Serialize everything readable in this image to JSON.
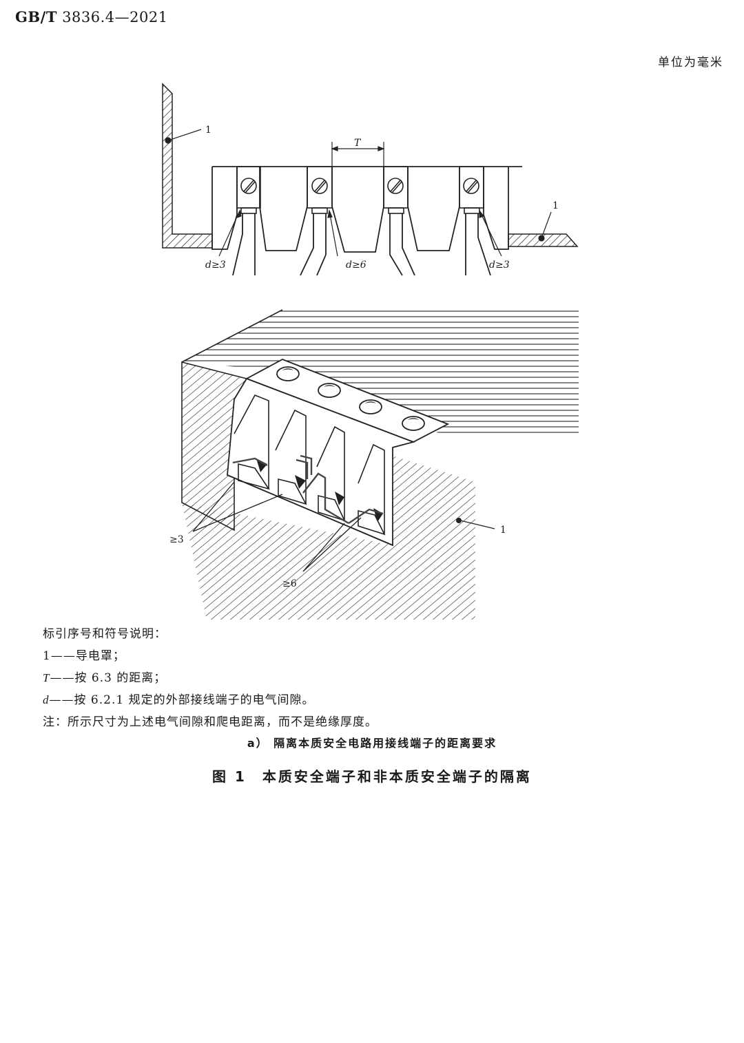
{
  "header": {
    "standard_code": "GB/T",
    "standard_number": "3836.4—2021",
    "unit_note": "单位为毫米"
  },
  "figure_top": {
    "callout_left": "1",
    "callout_right": "1",
    "dim_T": "T",
    "d_left": "d≥3",
    "d_middle": "d≥6",
    "d_right": "d≥3"
  },
  "figure_bottom": {
    "callout": "1",
    "label_min3": "≥3",
    "label_min6": "≥6"
  },
  "legend": {
    "title": "标引序号和符号说明：",
    "items": [
      {
        "key": "1",
        "text": "——导电罩；"
      },
      {
        "key": "T",
        "text": "——按 6.3 的距离；"
      },
      {
        "key": "d",
        "text": "——按 6.2.1 规定的外部接线端子的电气间隙。"
      }
    ],
    "note": "注：所示尺寸为上述电气间隙和爬电距离，而不是绝缘厚度。"
  },
  "subcaption": "a） 隔离本质安全电路用接线端子的距离要求",
  "figure_caption": "图 1　本质安全端子和非本质安全端子的隔离"
}
